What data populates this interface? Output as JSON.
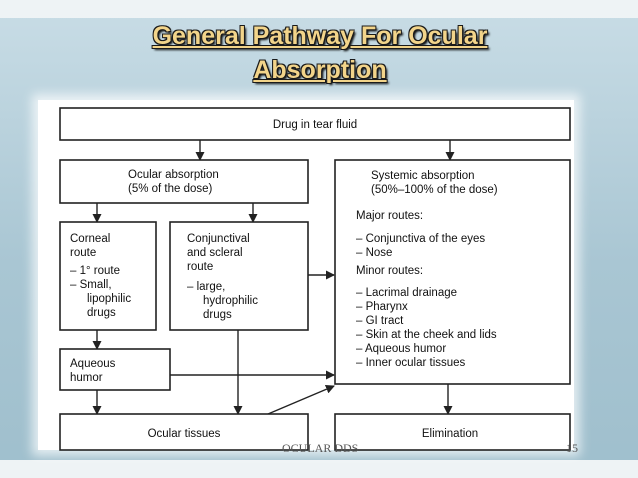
{
  "slide": {
    "title_line1": "General Pathway For Ocular",
    "title_line2": "Absorption",
    "footer_text": "OCULAR DDS",
    "page_number": "15"
  },
  "diagram": {
    "drug": "Drug in tear fluid",
    "ocular": [
      "Ocular absorption",
      "(5% of the dose)"
    ],
    "corneal": [
      "Corneal",
      "route",
      "– 1° route",
      "– Small,",
      "lipophilic",
      "drugs"
    ],
    "conjunctival": [
      "Conjunctival",
      "and scleral",
      "route",
      "– large,",
      "hydrophilic",
      "drugs"
    ],
    "aqueous": [
      "Aqueous",
      "humor"
    ],
    "ocular_tissues": "Ocular tissues",
    "elimination": "Elimination",
    "systemic": [
      "Systemic absorption",
      "(50%–100% of the dose)",
      "Major routes:",
      "– Conjunctiva of the eyes",
      "– Nose",
      "Minor routes:",
      "– Lacrimal drainage",
      "– Pharynx",
      "– GI tract",
      "– Skin at the cheek and lids",
      "– Aqueous humor",
      "– Inner ocular tissues"
    ]
  }
}
